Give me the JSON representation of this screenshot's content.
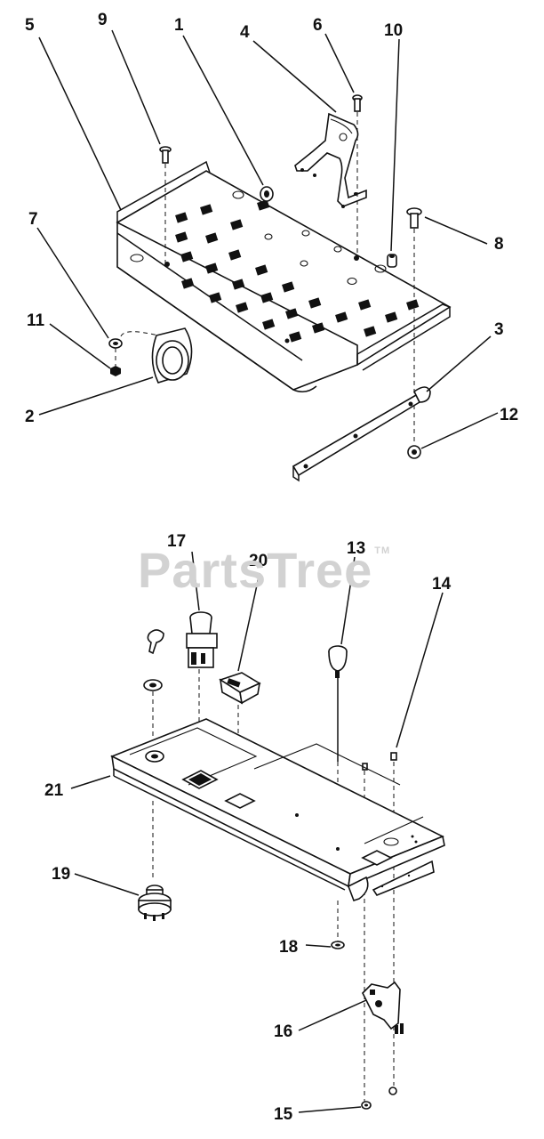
{
  "watermark": {
    "text": "PartsTree",
    "tm": "TM"
  },
  "callouts": {
    "c1": "1",
    "c2": "2",
    "c3": "3",
    "c4": "4",
    "c5": "5",
    "c6": "6",
    "c7": "7",
    "c8": "8",
    "c9": "9",
    "c10": "10",
    "c11": "11",
    "c12": "12",
    "c13": "13",
    "c14": "14",
    "c15": "15",
    "c16": "16",
    "c17": "17",
    "c18": "18",
    "c19": "19",
    "c20": "20",
    "c21": "21"
  }
}
